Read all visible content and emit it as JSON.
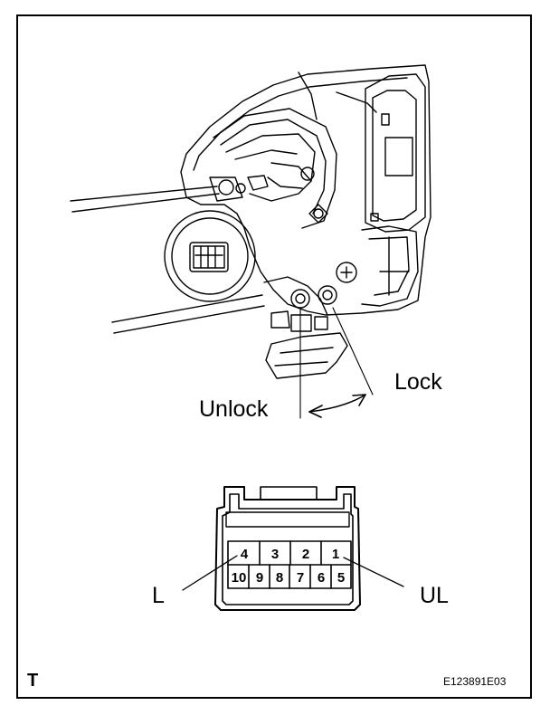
{
  "labels": {
    "lock": "Lock",
    "unlock": "Unlock",
    "left_terminal": "L",
    "right_terminal": "UL",
    "corner_code": "T",
    "figure_id": "E123891E03"
  },
  "connector": {
    "top_row": [
      "4",
      "3",
      "2",
      "1"
    ],
    "bottom_row": [
      "10",
      "9",
      "8",
      "7",
      "6",
      "5"
    ]
  },
  "colors": {
    "line": "#000000",
    "background": "#ffffff"
  }
}
